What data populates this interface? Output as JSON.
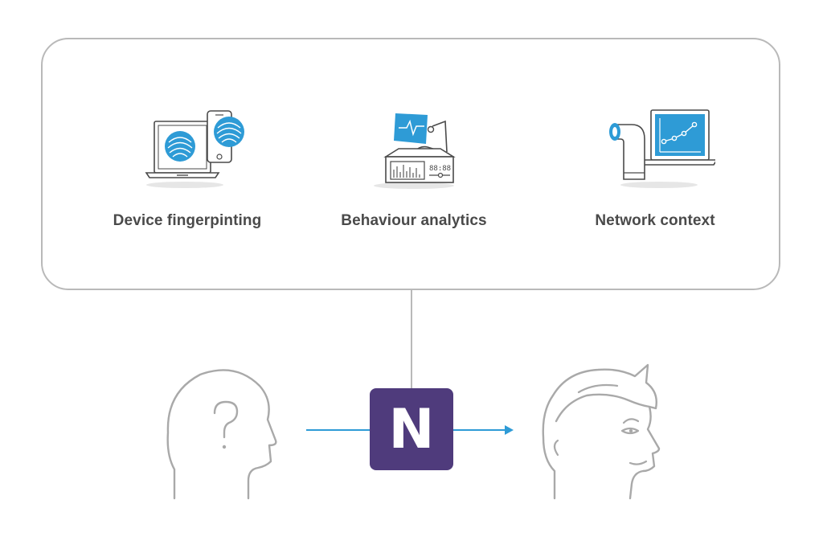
{
  "features": [
    {
      "label": "Device fingerpinting",
      "icon": "device-fingerprint-icon"
    },
    {
      "label": "Behaviour analytics",
      "icon": "behaviour-analytics-icon"
    },
    {
      "label": "Network context",
      "icon": "network-context-icon"
    }
  ],
  "center_logo": {
    "letter": "N"
  },
  "colors": {
    "panel_border": "#b9b9b9",
    "accent_blue": "#2e9bd6",
    "logo_purple": "#4f3b7c",
    "label_text": "#4a4a4a",
    "outline_gray": "#a9a9a9"
  },
  "icons": {
    "unknown_user": "unknown-person-head-icon",
    "verified_user": "known-person-head-icon"
  }
}
